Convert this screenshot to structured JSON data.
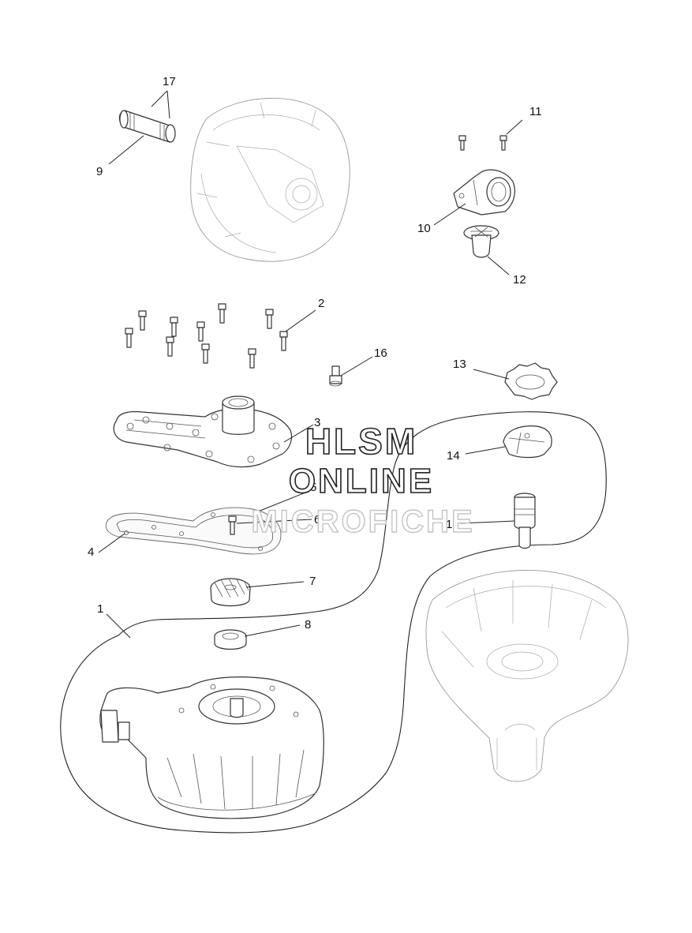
{
  "diagram": {
    "callouts": [
      "1",
      "2",
      "3",
      "4",
      "5",
      "6",
      "7",
      "8",
      "9",
      "10",
      "11",
      "12",
      "13",
      "14",
      "15",
      "16",
      "17"
    ],
    "watermark": {
      "line1": "HLSM",
      "line2": "ONLINE",
      "line3": "MICROFICHE"
    }
  }
}
